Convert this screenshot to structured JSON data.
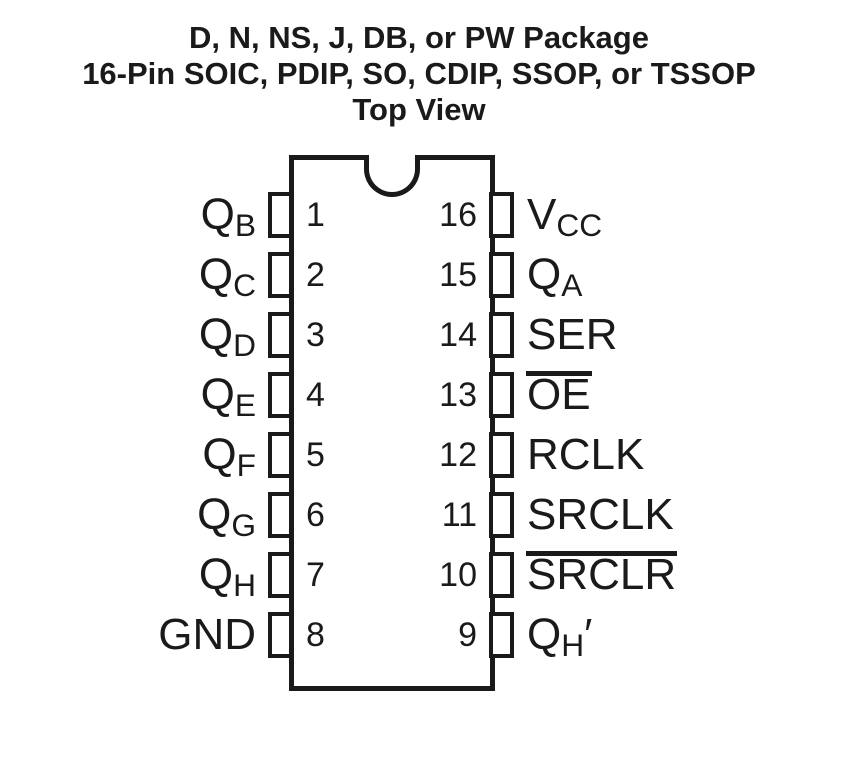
{
  "title": {
    "line1": "D, N, NS, J, DB, or PW Package",
    "line2": "16-Pin SOIC, PDIP, SO, CDIP, SSOP, or TSSOP",
    "line3": "Top View"
  },
  "package": {
    "pin_count": 16,
    "left_pins": [
      {
        "number": "1",
        "name": "QB",
        "base": "Q",
        "sub": "B",
        "overline": false
      },
      {
        "number": "2",
        "name": "QC",
        "base": "Q",
        "sub": "C",
        "overline": false
      },
      {
        "number": "3",
        "name": "QD",
        "base": "Q",
        "sub": "D",
        "overline": false
      },
      {
        "number": "4",
        "name": "QE",
        "base": "Q",
        "sub": "E",
        "overline": false
      },
      {
        "number": "5",
        "name": "QF",
        "base": "Q",
        "sub": "F",
        "overline": false
      },
      {
        "number": "6",
        "name": "QG",
        "base": "Q",
        "sub": "G",
        "overline": false
      },
      {
        "number": "7",
        "name": "QH",
        "base": "Q",
        "sub": "H",
        "overline": false
      },
      {
        "number": "8",
        "name": "GND",
        "base": "GND",
        "overline": false
      }
    ],
    "right_pins": [
      {
        "number": "16",
        "name": "VCC",
        "base": "V",
        "sub": "CC",
        "overline": false
      },
      {
        "number": "15",
        "name": "QA",
        "base": "Q",
        "sub": "A",
        "overline": false
      },
      {
        "number": "14",
        "name": "SER",
        "base": "SER",
        "overline": false
      },
      {
        "number": "13",
        "name": "OE",
        "base": "OE",
        "overline": true
      },
      {
        "number": "12",
        "name": "RCLK",
        "base": "RCLK",
        "overline": false
      },
      {
        "number": "11",
        "name": "SRCLK",
        "base": "SRCLK",
        "overline": false
      },
      {
        "number": "10",
        "name": "SRCLR",
        "base": "SRCLR",
        "overline": true
      },
      {
        "number": "9",
        "name": "QH'",
        "base": "Q",
        "sub": "H",
        "suffix": "′",
        "overline": false
      }
    ]
  },
  "colors": {
    "ink": "#1a1a1a",
    "background": "#ffffff"
  }
}
